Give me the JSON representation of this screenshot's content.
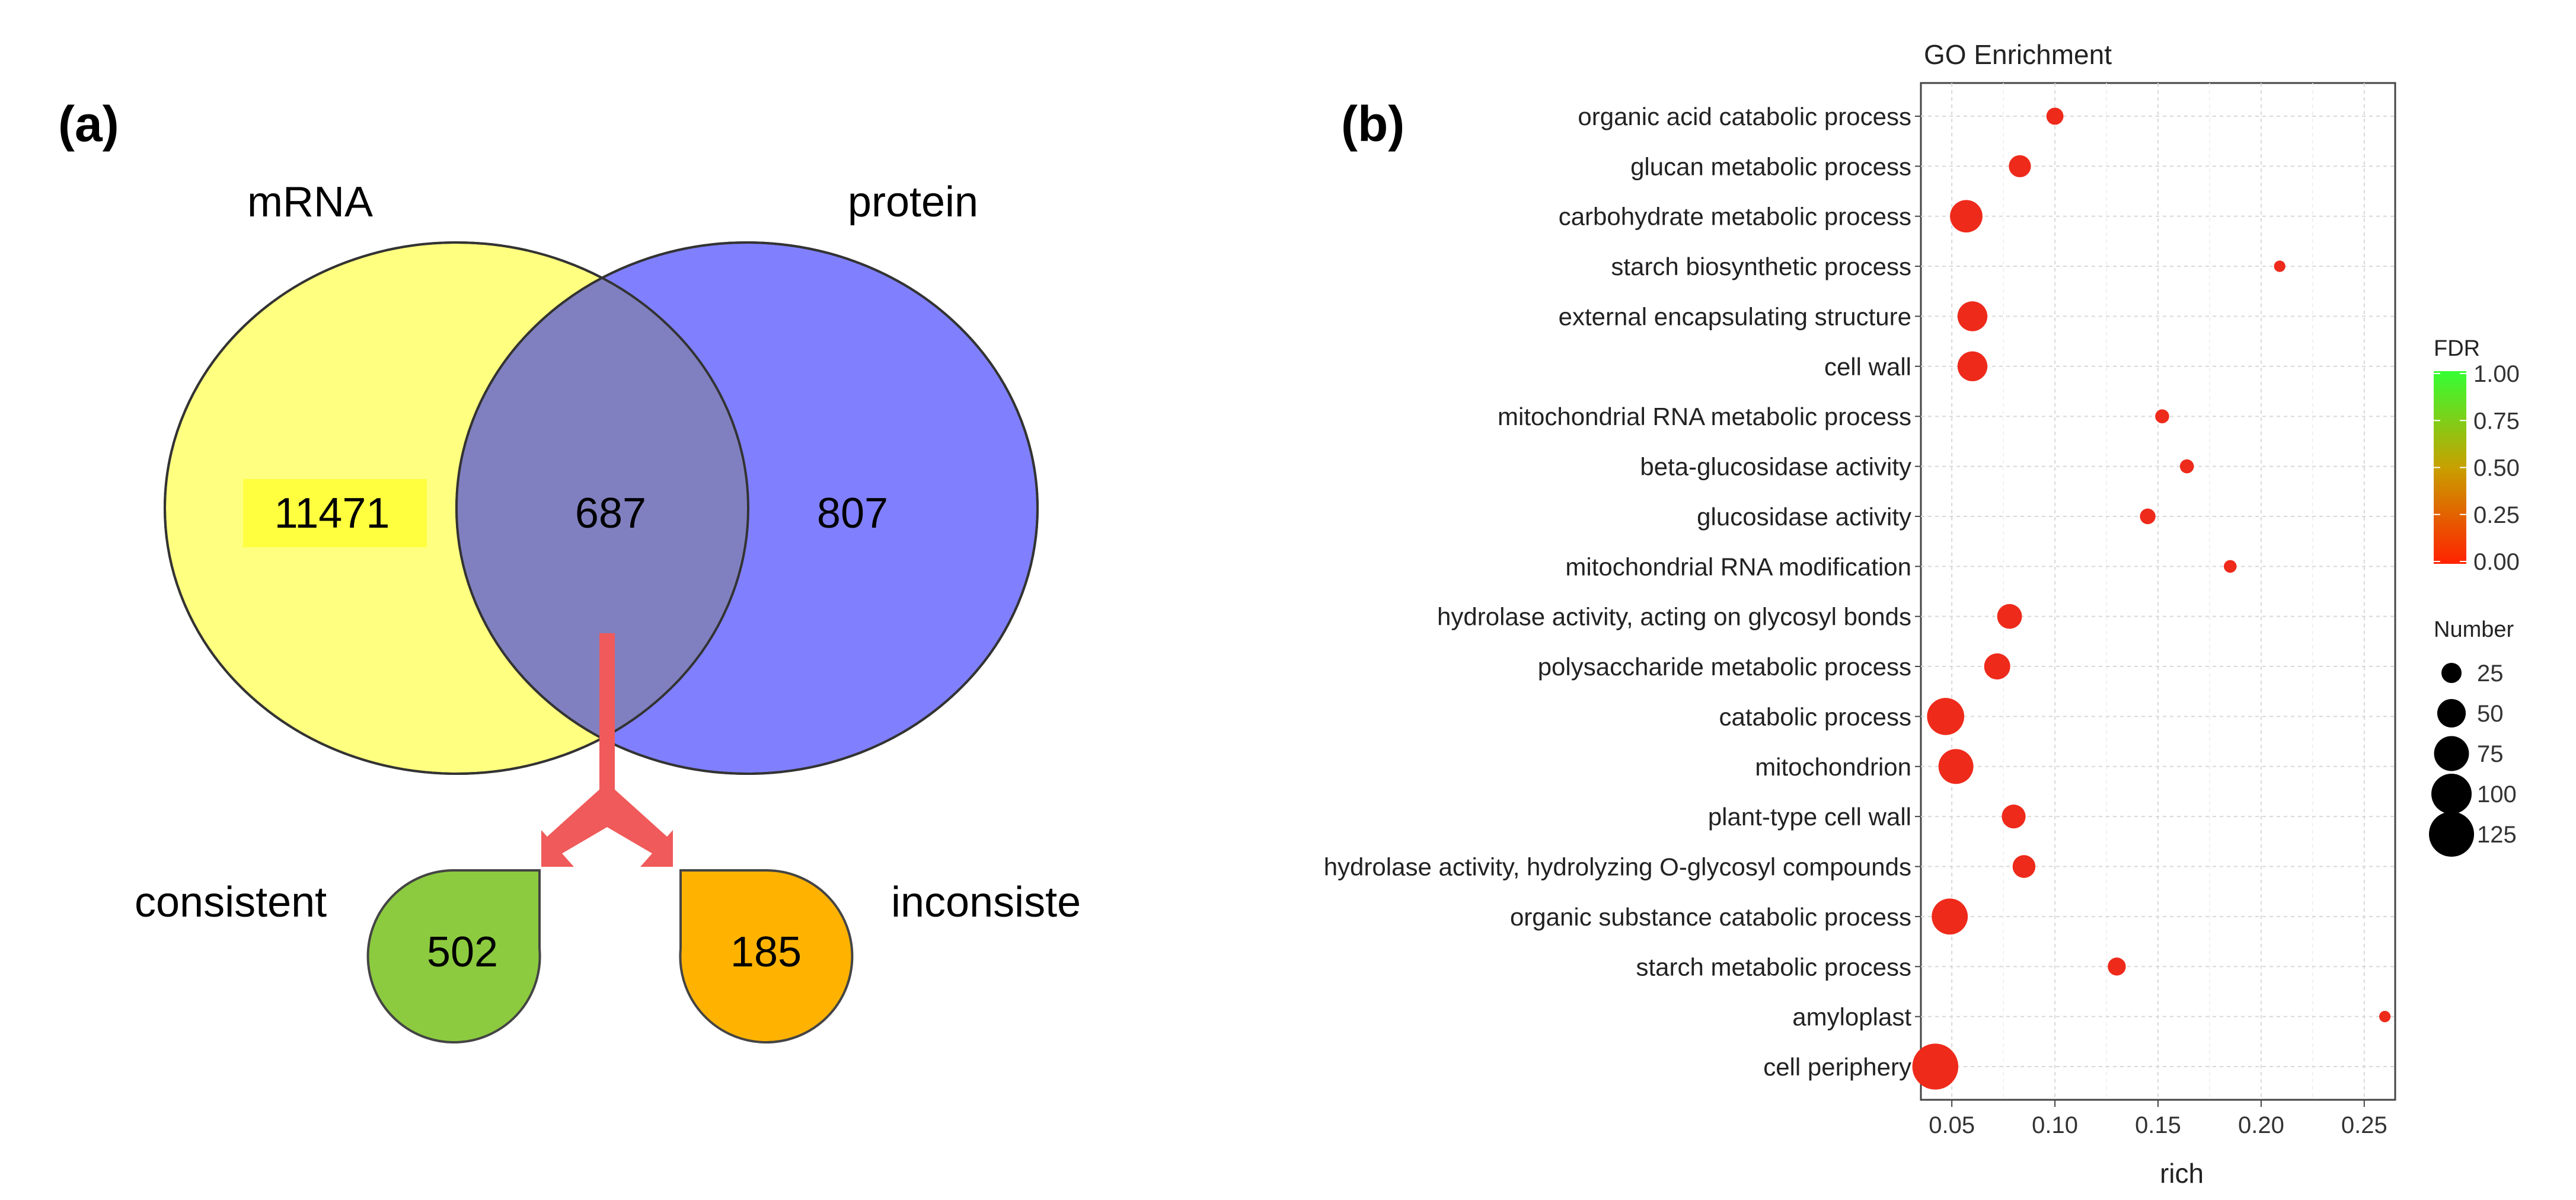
{
  "panel_a": {
    "label": "(a)",
    "set_left_label": "mRNA",
    "set_right_label": "protein",
    "left_only_count": "11471",
    "overlap_count": "687",
    "right_only_count": "807",
    "consistent_label": "consistent",
    "consistent_count": "502",
    "inconsistent_label": "inconsiste",
    "inconsistent_count": "185",
    "colors": {
      "left_set": "#FFFF80",
      "left_highlight": "#FFFF40",
      "right_set": "#8080FF",
      "overlap": "#8080C0",
      "arrow": "#F05A5A",
      "consistent": "#8CCB3F",
      "inconsistent": "#FFB300"
    }
  },
  "panel_b": {
    "label": "(b)",
    "legend_fdr_title": "FDR",
    "legend_fdr_ticks": [
      "1.00",
      "0.75",
      "0.50",
      "0.25",
      "0.00"
    ],
    "legend_number_title": "Number",
    "legend_number_values": [
      "25",
      "50",
      "75",
      "100",
      "125"
    ],
    "colors": {
      "fdr_high": "#33FF33",
      "fdr_low": "#FF2200",
      "point": "#EE2A1B"
    }
  },
  "chart_data": {
    "type": "scatter",
    "title": "GO Enrichment",
    "xlabel": "rich",
    "ylabel": "",
    "xlim": [
      0.035,
      0.265
    ],
    "xticks": [
      0.05,
      0.1,
      0.15,
      0.2,
      0.25
    ],
    "xtick_labels": [
      "0.05",
      "0.10",
      "0.15",
      "0.20",
      "0.25"
    ],
    "grid": true,
    "legend_placement": "right",
    "size_legend_values": [
      25,
      50,
      75,
      100,
      125
    ],
    "fdr_range": [
      0,
      1
    ],
    "points": [
      {
        "term": "organic acid catabolic process",
        "rich": 0.1,
        "number": 18,
        "fdr": 0.01
      },
      {
        "term": "glucan metabolic process",
        "rich": 0.083,
        "number": 30,
        "fdr": 0.01
      },
      {
        "term": "carbohydrate metabolic process",
        "rich": 0.057,
        "number": 65,
        "fdr": 0.01
      },
      {
        "term": "starch biosynthetic process",
        "rich": 0.209,
        "number": 8,
        "fdr": 0.05
      },
      {
        "term": "external encapsulating structure",
        "rich": 0.06,
        "number": 55,
        "fdr": 0.01
      },
      {
        "term": "cell wall",
        "rich": 0.06,
        "number": 55,
        "fdr": 0.01
      },
      {
        "term": "mitochondrial RNA metabolic process",
        "rich": 0.152,
        "number": 12,
        "fdr": 0.02
      },
      {
        "term": "beta-glucosidase activity",
        "rich": 0.164,
        "number": 12,
        "fdr": 0.02
      },
      {
        "term": "glucosidase activity",
        "rich": 0.145,
        "number": 15,
        "fdr": 0.02
      },
      {
        "term": "mitochondrial RNA modification",
        "rich": 0.185,
        "number": 10,
        "fdr": 0.03
      },
      {
        "term": "hydrolase activity, acting on glycosyl bonds",
        "rich": 0.078,
        "number": 38,
        "fdr": 0.01
      },
      {
        "term": "polysaccharide metabolic process",
        "rich": 0.072,
        "number": 42,
        "fdr": 0.01
      },
      {
        "term": "catabolic process",
        "rich": 0.047,
        "number": 85,
        "fdr": 0.005
      },
      {
        "term": "mitochondrion",
        "rich": 0.052,
        "number": 75,
        "fdr": 0.005
      },
      {
        "term": "plant-type cell wall",
        "rich": 0.08,
        "number": 35,
        "fdr": 0.01
      },
      {
        "term": "hydrolase activity, hydrolyzing O-glycosyl compounds",
        "rich": 0.085,
        "number": 32,
        "fdr": 0.01
      },
      {
        "term": "organic substance catabolic process",
        "rich": 0.049,
        "number": 80,
        "fdr": 0.005
      },
      {
        "term": "starch metabolic process",
        "rich": 0.13,
        "number": 20,
        "fdr": 0.02
      },
      {
        "term": "amyloplast",
        "rich": 0.26,
        "number": 8,
        "fdr": 0.04
      },
      {
        "term": "cell periphery",
        "rich": 0.042,
        "number": 130,
        "fdr": 0.002
      }
    ]
  }
}
